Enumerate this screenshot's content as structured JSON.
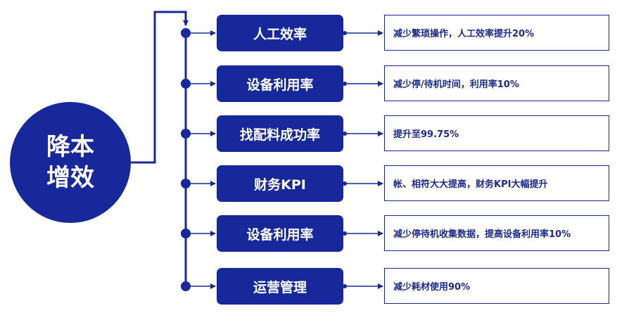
{
  "colors": {
    "primary": "#17289a",
    "text_dark": "#1b2a8c",
    "background": "#ffffff"
  },
  "root": {
    "label": "降本增效"
  },
  "items": [
    {
      "label": "人工效率",
      "description": "减少繁琐操作，人工效率提升20%"
    },
    {
      "label": "设备利用率",
      "description": "减少停/待机时间，利用率10%"
    },
    {
      "label": "找配料成功率",
      "description": "提升至99.75%"
    },
    {
      "label": "财务KPI",
      "description": "帐、相符大大提高，财务KPI大幅提升"
    },
    {
      "label": "设备利用率",
      "description": "减少停待机收集数据，提高设备利用率10%"
    },
    {
      "label": "运营管理",
      "description": "减少耗材使用90%"
    }
  ]
}
